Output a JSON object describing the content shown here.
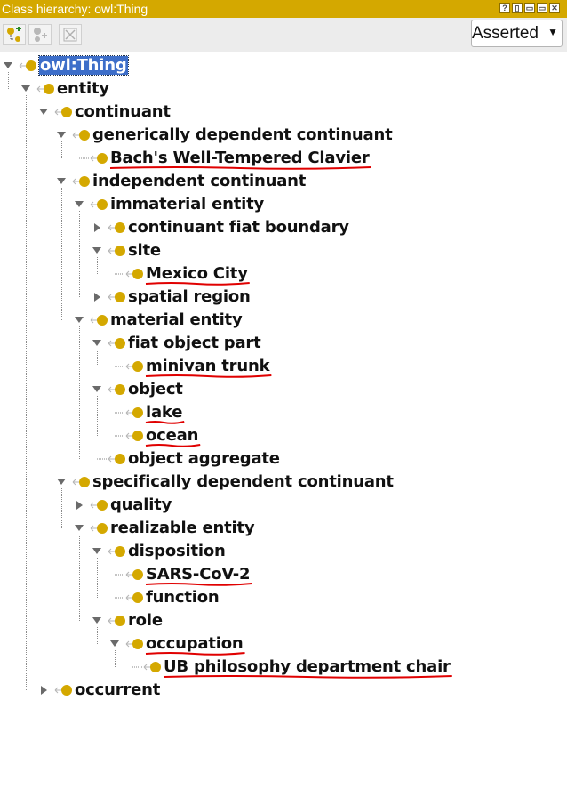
{
  "window": {
    "title": "Class hierarchy: owl:Thing"
  },
  "window_buttons": [
    "?",
    "▯",
    "▭",
    "▭",
    "✕"
  ],
  "toolbar": {
    "add_subclass_icon": "add-subclass-icon",
    "add_sibling_icon": "add-sibling-icon",
    "delete_class_icon": "delete-class-icon",
    "view_mode": "Asserted"
  },
  "colors": {
    "titlebar": "#d4a800",
    "node_dot": "#d4a800",
    "selection": "#3d6ec9",
    "annotation_mark": "#e00000"
  },
  "tree": [
    {
      "label": "owl:Thing",
      "depth": 0,
      "toggle": "expanded",
      "selected": true
    },
    {
      "label": "entity",
      "depth": 1,
      "toggle": "expanded"
    },
    {
      "label": "continuant",
      "depth": 2,
      "toggle": "expanded"
    },
    {
      "label": "generically dependent continuant",
      "depth": 3,
      "toggle": "expanded"
    },
    {
      "label": "Bach's Well-Tempered Clavier",
      "depth": 4,
      "toggle": "leaf",
      "marked": true
    },
    {
      "label": "independent continuant",
      "depth": 3,
      "toggle": "expanded"
    },
    {
      "label": "immaterial entity",
      "depth": 4,
      "toggle": "expanded"
    },
    {
      "label": "continuant fiat boundary",
      "depth": 5,
      "toggle": "collapsed"
    },
    {
      "label": "site",
      "depth": 5,
      "toggle": "expanded"
    },
    {
      "label": "Mexico City",
      "depth": 6,
      "toggle": "leaf",
      "marked": true
    },
    {
      "label": "spatial region",
      "depth": 5,
      "toggle": "collapsed"
    },
    {
      "label": "material entity",
      "depth": 4,
      "toggle": "expanded"
    },
    {
      "label": "fiat object part",
      "depth": 5,
      "toggle": "expanded"
    },
    {
      "label": "minivan trunk",
      "depth": 6,
      "toggle": "leaf",
      "marked": true
    },
    {
      "label": "object",
      "depth": 5,
      "toggle": "expanded"
    },
    {
      "label": "lake",
      "depth": 6,
      "toggle": "leaf",
      "marked": true
    },
    {
      "label": "ocean",
      "depth": 6,
      "toggle": "leaf",
      "marked": true
    },
    {
      "label": "object aggregate",
      "depth": 5,
      "toggle": "leaf"
    },
    {
      "label": "specifically dependent continuant",
      "depth": 3,
      "toggle": "expanded"
    },
    {
      "label": "quality",
      "depth": 4,
      "toggle": "collapsed"
    },
    {
      "label": "realizable entity",
      "depth": 4,
      "toggle": "expanded"
    },
    {
      "label": "disposition",
      "depth": 5,
      "toggle": "expanded"
    },
    {
      "label": "SARS-CoV-2",
      "depth": 6,
      "toggle": "leaf",
      "marked": true
    },
    {
      "label": "function",
      "depth": 6,
      "toggle": "leaf"
    },
    {
      "label": "role",
      "depth": 5,
      "toggle": "expanded"
    },
    {
      "label": "occupation",
      "depth": 6,
      "toggle": "expanded",
      "marked": true
    },
    {
      "label": "UB philosophy department chair",
      "depth": 7,
      "toggle": "leaf",
      "marked": true
    },
    {
      "label": "occurrent",
      "depth": 2,
      "toggle": "collapsed"
    }
  ]
}
